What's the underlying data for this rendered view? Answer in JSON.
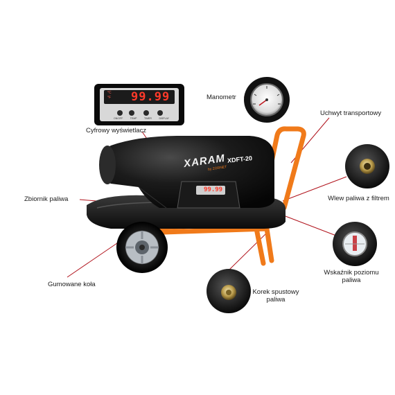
{
  "brand": {
    "logo_text": "XARAM",
    "logo_sub": "by ZORNET",
    "model": "XDFT-20"
  },
  "display": {
    "digits": "99.99",
    "left_indicators": [
      "°C",
      "°F"
    ],
    "button_captions": [
      "ON/OFF",
      "TEMP",
      "TIMER",
      "DISPLAY"
    ]
  },
  "callouts": {
    "digital_display": "Cyfrowy wyświetlacz",
    "manometer": "Manometr",
    "handle": "Uchwyt transportowy",
    "fuel_tank": "Zbiornik paliwa",
    "filler": "Wlew paliwa z filtrem",
    "wheels": "Gumowane koła",
    "drain": "Korek spustowy paliwa",
    "level": "Wskaźnik poziomu paliwa"
  },
  "colors": {
    "frame": "#f07a1a",
    "body": "#151515",
    "leader": "#b0121b",
    "display_digits": "#ff3a2a"
  }
}
